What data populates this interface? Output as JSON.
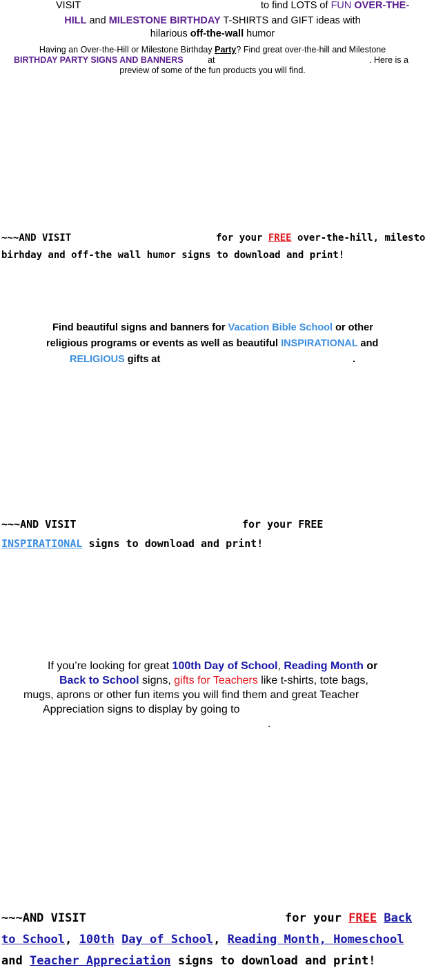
{
  "s1": {
    "l1_visit": "VISIT",
    "l1_mid": "to find LOTS of",
    "l1_fun": "FUN",
    "l1_oth": "OVER-THE-",
    "l2_hill": "HILL",
    "l2_and": "and",
    "l2_milestone": "MILESTONE BIRTHDAY",
    "l2_rest": "T-SHIRTS and GIFT ideas with",
    "l3_pre": "hilarious",
    "l3_bold": "off-the-wall",
    "l3_post": "humor",
    "p1": "Having an Over-the-Hill or Milestone Birthday",
    "party": "Party",
    "p2": "?  Find great over-the-hill and Milestone",
    "signs": "BIRTHDAY PARTY SIGNS AND BANNERS",
    "at": "at",
    "p3": ". Here is a",
    "p4": "preview of some of the fun products you will find."
  },
  "s2": {
    "a1": "~~~AND VISIT",
    "a2": "for your",
    "free": "FREE",
    "a3": "over-the-hill, milestone",
    "a4": "birhday and off-the wall humor signs to download and print!"
  },
  "s3": {
    "l1_pre": "Find beautiful signs and banners for",
    "vbs": "Vacation Bible School",
    "l1_post": "or other",
    "l2_pre": "religious programs or events as well as beautiful",
    "insp": "INSPIRATIONAL",
    "l2_post": "and",
    "rel": "RELIGIOUS",
    "l3": "gifts at",
    "dot": "."
  },
  "s4": {
    "a1": "~~~AND VISIT",
    "a2": "for your FREE",
    "insp": "INSPIRATIONAL",
    "a3": "signs to download and print!"
  },
  "s5": {
    "l1_pre": "If you’re looking for great",
    "day100": "100th Day of School",
    "comma": ",",
    "reading": "Reading Month",
    "or": "or",
    "bts": "Back to School",
    "l2_mid": "signs,",
    "gifts": "gifts for Teachers",
    "l2_post": "like t-shirts, tote bags,",
    "l3": "mugs, aprons or other fun items you will find them and great Teacher",
    "l4": "Appreciation signs to display by going to",
    "dot": "."
  },
  "s6": {
    "a1": "~~~AND VISIT",
    "a2": "for your",
    "free": "FREE",
    "back": "Back",
    "to_school": "to School",
    "c1": ",",
    "n100": "100th",
    "day_of_school": "Day of School",
    "c2": ",",
    "reading": "Reading Month, Homeschool",
    "and": "and",
    "teacher": "Teacher Appreciation",
    "end": "signs to download and print!"
  }
}
